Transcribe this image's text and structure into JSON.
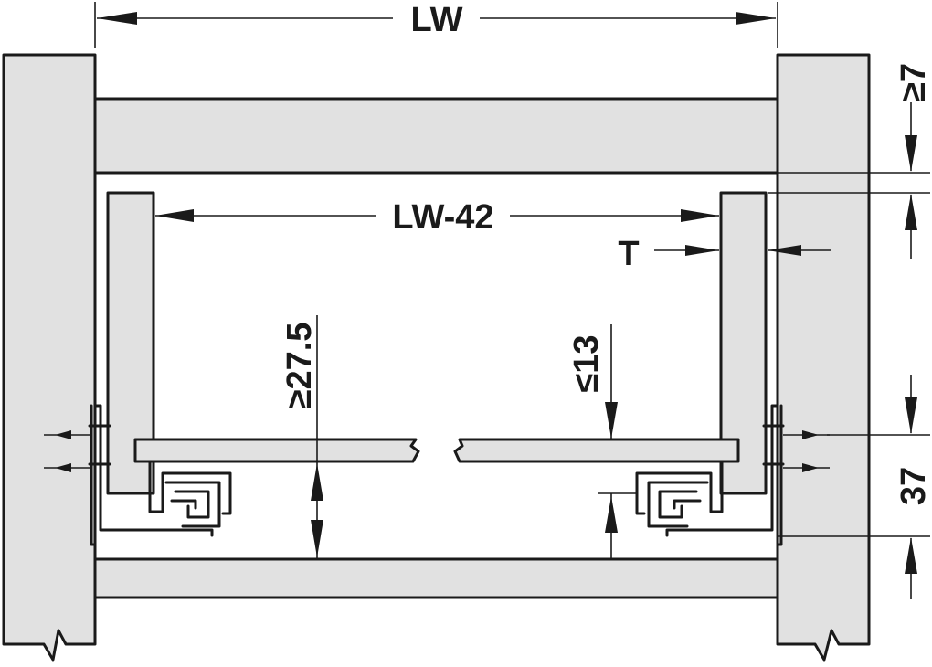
{
  "labels": {
    "lw": "LW",
    "lw_minus_42": "LW-42",
    "t": "T",
    "ge_27_5": "≥27.5",
    "le_13": "≤13",
    "ge_7": "≥7",
    "dim_37": "37"
  },
  "colors": {
    "panel_fill": "#e1e1e1",
    "stroke": "#1a1a1a",
    "background": "#ffffff"
  }
}
